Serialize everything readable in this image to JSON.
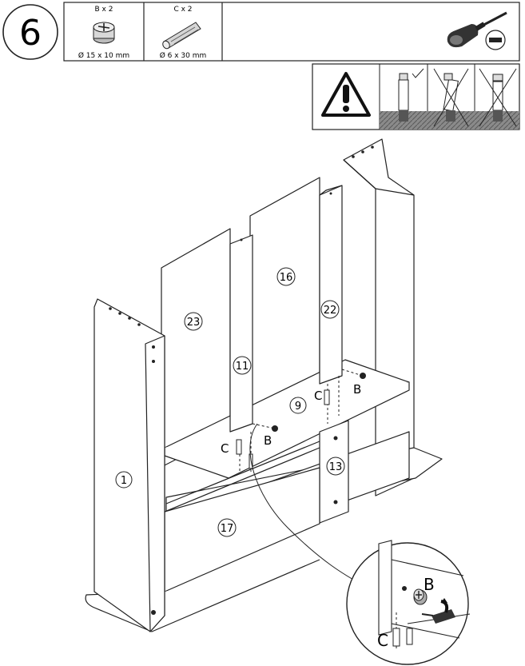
{
  "step": {
    "number": "6"
  },
  "parts": [
    {
      "label": "B x 2",
      "size": "Ø 15 x 10 mm"
    },
    {
      "label": "C x 2",
      "size": "Ø 6 x 30 mm"
    }
  ],
  "panel_numbers": {
    "left_side": "1",
    "back_panel_left": "23",
    "divider_left": "11",
    "back_panel_center": "16",
    "divider_right": "22",
    "shelf": "9",
    "middle_divider": "13",
    "bottom_panel": "17"
  },
  "callouts": {
    "cam_b": "B",
    "dowel_c": "C"
  },
  "tool": {
    "name": "screwdriver-icon",
    "sign": "minus"
  },
  "warning": {
    "icon": "warning-triangle-icon",
    "states": [
      "correct",
      "incorrect",
      "incorrect"
    ]
  }
}
